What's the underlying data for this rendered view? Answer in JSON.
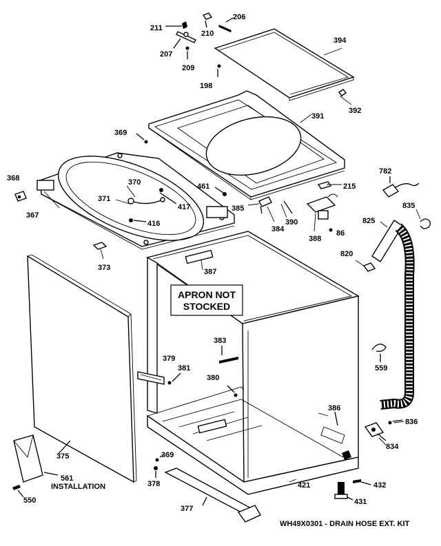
{
  "labels": {
    "p211": "211",
    "p210": "210",
    "p206": "206",
    "p207": "207",
    "p209": "209",
    "p394": "394",
    "p198": "198",
    "p392": "392",
    "p391": "391",
    "p369a": "369",
    "p368": "368",
    "p370": "370",
    "p371": "371",
    "p417": "417",
    "p461": "461",
    "p215": "215",
    "p782": "782",
    "p385": "385",
    "p384": "384",
    "p390": "390",
    "p388": "388",
    "p86": "86",
    "p835": "835",
    "p825": "825",
    "p367": "367",
    "p416": "416",
    "p373": "373",
    "p387": "387",
    "p820": "820",
    "p383": "383",
    "p379": "379",
    "p381": "381",
    "p380": "380",
    "p559": "559",
    "p386": "386",
    "p836": "836",
    "p834": "834",
    "p375": "375",
    "p369b": "369",
    "p378": "378",
    "p561": "561",
    "p377": "377",
    "p421": "421",
    "p432": "432",
    "p431": "431",
    "p550": "550"
  },
  "apron_note": {
    "line1": "APRON NOT",
    "line2": "STOCKED"
  },
  "installation": "INSTALLATION",
  "footer": "WH49X0301 - DRAIN HOSE EXT. KIT"
}
